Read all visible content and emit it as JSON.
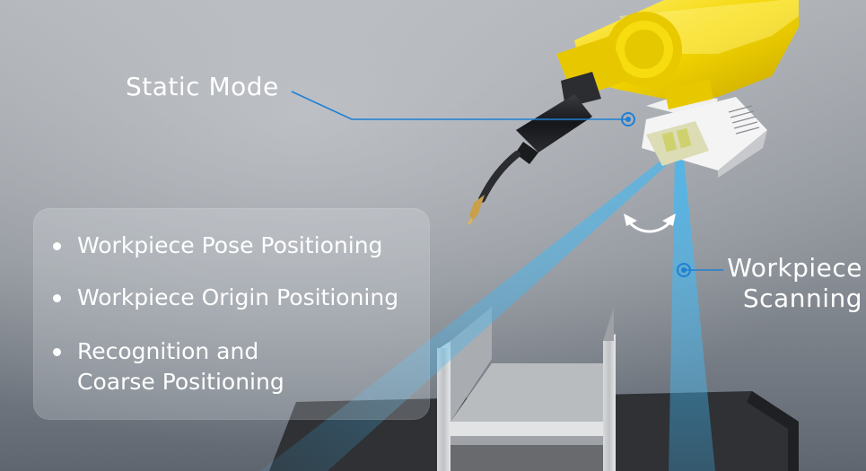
{
  "labels": {
    "static_mode": "Static Mode",
    "workpiece_scanning_line1": "Workpiece",
    "workpiece_scanning_line2": "Scanning"
  },
  "features": [
    {
      "lines": [
        "Workpiece Pose Positioning"
      ]
    },
    {
      "lines": [
        "Workpiece Origin Positioning"
      ]
    },
    {
      "lines": [
        "Recognition and",
        "Coarse Positioning"
      ]
    }
  ],
  "colors": {
    "background_top": "#aeb2b7",
    "background_bottom": "#5f6670",
    "robot_yellow": "#f2d400",
    "scan_beam": "#43b8f3",
    "callout_line": "#1f7fd4",
    "steel": "#c7cacd",
    "table": "#2f3135",
    "text": "#ffffff"
  }
}
